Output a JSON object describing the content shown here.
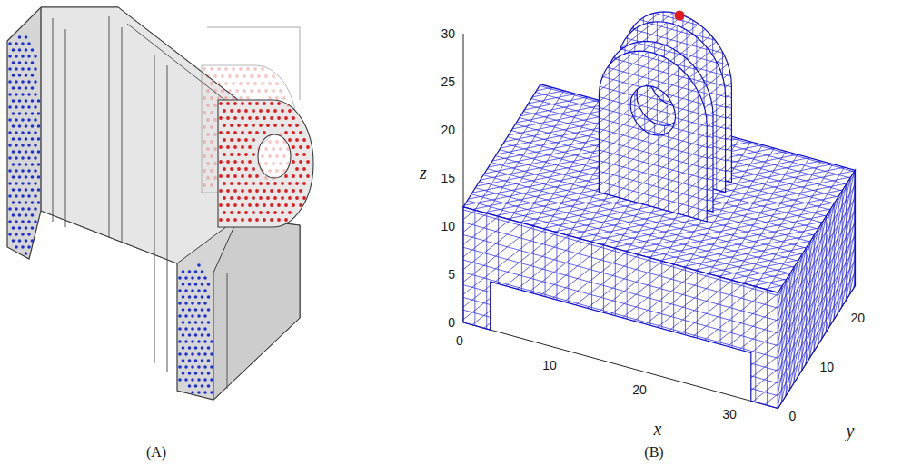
{
  "diagram": {
    "labels": [
      "30",
      "25",
      "20",
      "15",
      "10",
      "5",
      "0",
      "z",
      "0",
      "10",
      "20",
      "30",
      "x",
      "0",
      "10",
      "20",
      "y",
      "(A)",
      "(B)"
    ]
  }
}
